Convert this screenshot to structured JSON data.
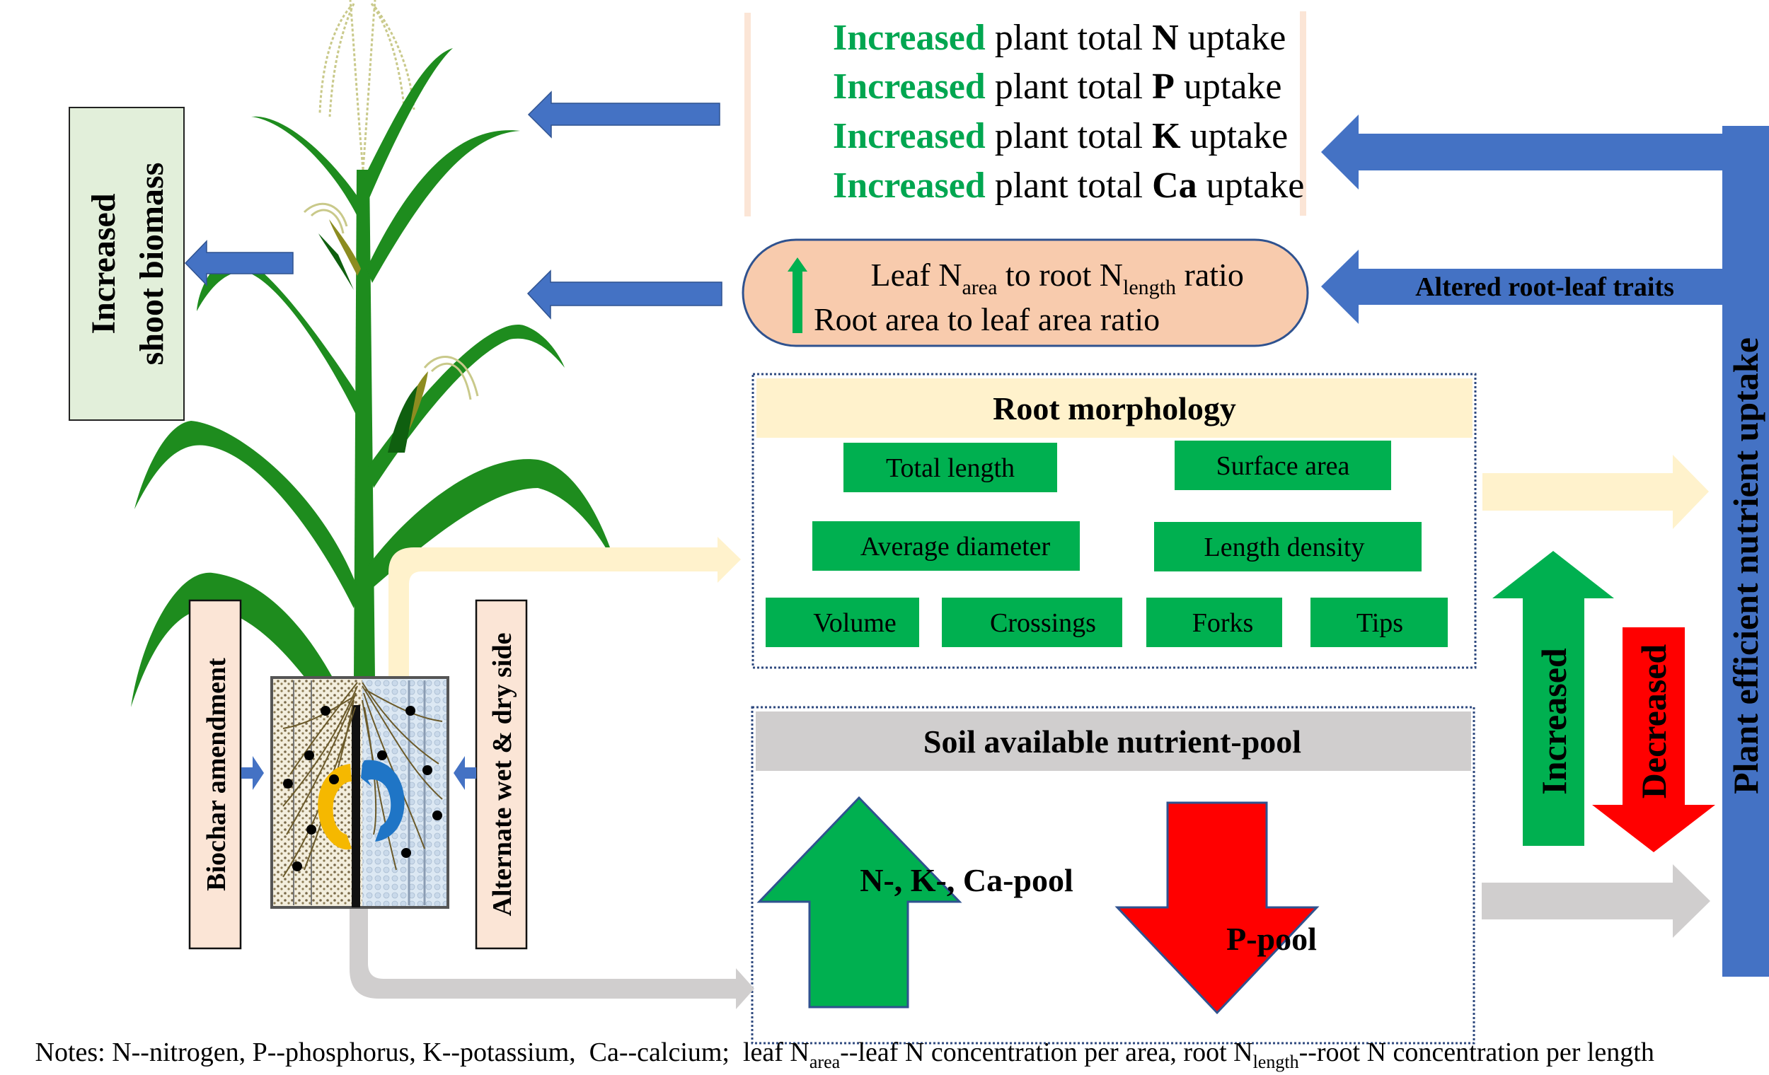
{
  "colors": {
    "blue_arrow": "#4472C4",
    "green": "#00B050",
    "green_text": "#00A650",
    "red": "#FF0000",
    "yellow_arrow": "#FFF2CC",
    "grey_arrow": "#D0CECE",
    "pink_box": "#FBE5D6",
    "ellipse_fill": "#F8CBAD",
    "biomass_box": "#E2EFDA",
    "root_header": "#FFF2CC",
    "soil_header": "#D0CECE",
    "dashed_border": "#2F4A7F",
    "plant_green": "#1E8C1E"
  },
  "uptake_panel": {
    "lines": [
      {
        "prefix": "Increased",
        "middle": " plant total ",
        "element": "N",
        "suffix": " uptake"
      },
      {
        "prefix": "Increased",
        "middle": " plant total ",
        "element": "P",
        "suffix": " uptake"
      },
      {
        "prefix": "Increased",
        "middle": " plant total ",
        "element": "K",
        "suffix": " uptake"
      },
      {
        "prefix": "Increased",
        "middle": " plant total ",
        "element": "Ca",
        "suffix": " uptake"
      }
    ]
  },
  "ratio_ellipse": {
    "line1": {
      "a": "Leaf N",
      "sub1": "area",
      "b": " to root N",
      "sub2": "length",
      "c": " ratio"
    },
    "line2": "Root area to leaf area ratio",
    "indicator": "increase-arrow"
  },
  "shoot_biomass": {
    "line1": "Increased",
    "line2": "shoot biomass"
  },
  "altered_traits_label": "Altered root-leaf traits",
  "efficient_uptake_label": "Plant efficient nutrient uptake",
  "root_morphology": {
    "title": "Root morphology",
    "traits": [
      "Total length",
      "Surface area",
      "Average diameter",
      "Length density",
      "Volume",
      "Crossings",
      "Forks",
      "Tips"
    ]
  },
  "soil_pool": {
    "title": "Soil available nutrient-pool",
    "increased_label": "N-, K-, Ca-pool",
    "decreased_label": "P-pool"
  },
  "direction_legend": {
    "increased": "Increased",
    "decreased": "Decreased"
  },
  "treatments": {
    "left": "Biochar amendment",
    "right": "Alternate wet & dry side"
  },
  "notes": {
    "a": "Notes: N--nitrogen, P--phosphorus, K--potassium,  Ca--calcium;  leaf N",
    "sub1": "area",
    "b": "--leaf N concentration per area, root N",
    "sub2": "length",
    "c": "--root N concentration per length"
  }
}
